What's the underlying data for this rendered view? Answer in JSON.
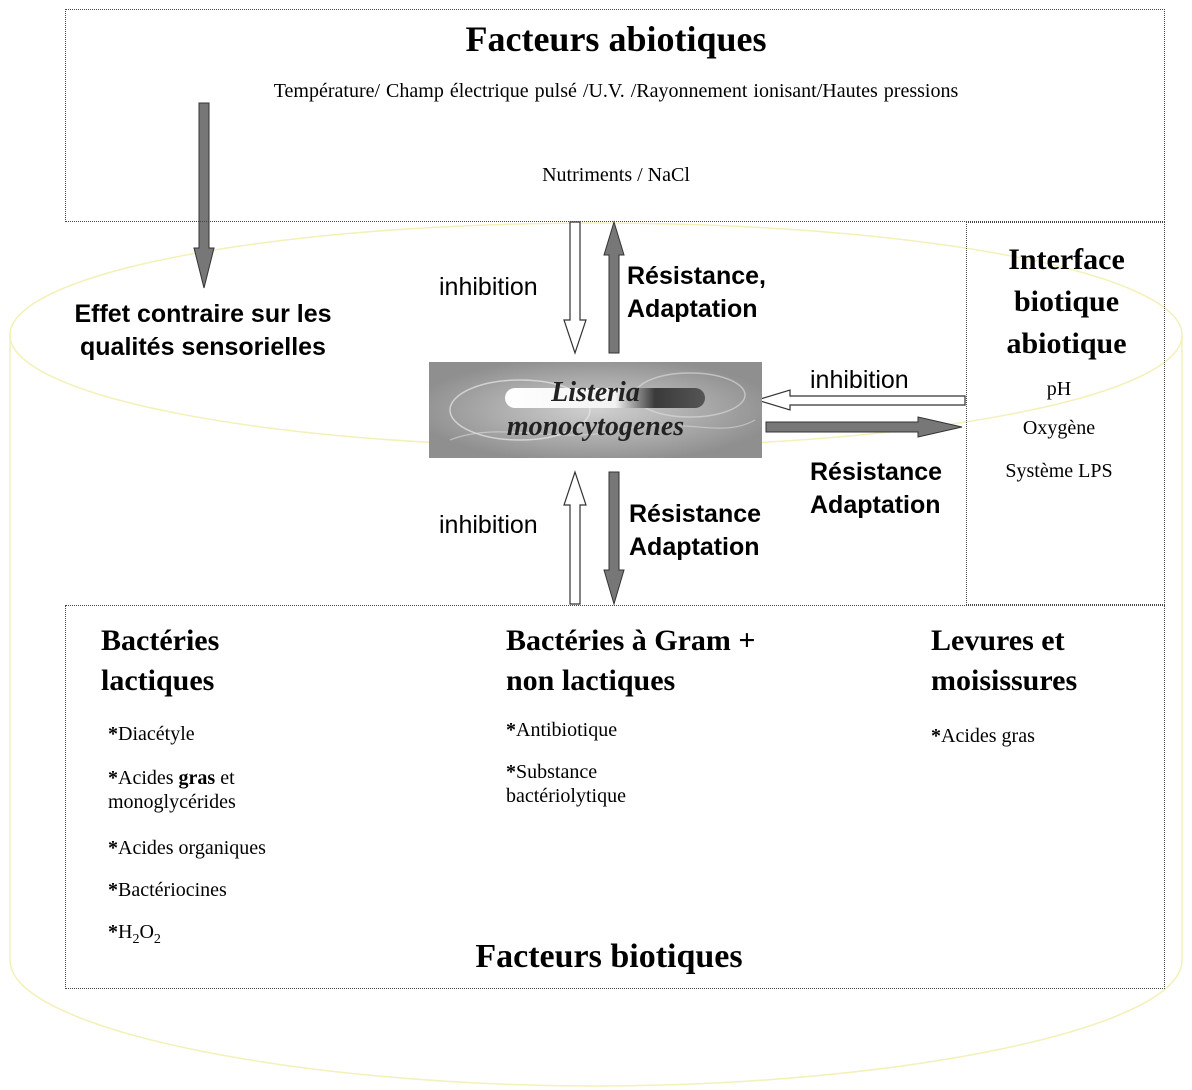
{
  "abiotic": {
    "title": "Facteurs abiotiques",
    "factors_line": "Température/ Champ électrique pulsé /U.V. /Rayonnement ionisant/Hautes pressions",
    "nutrients": "Nutriments / NaCl"
  },
  "side_effect": {
    "line1": "Effet contraire sur les",
    "line2": "qualités sensorielles"
  },
  "center": {
    "line1": "Listeria",
    "line2": "monocytogenes"
  },
  "arrows": {
    "top_inhibition": "inhibition",
    "top_resistance_1": "Résistance,",
    "top_resistance_2": "Adaptation",
    "right_inhibition": "inhibition",
    "right_resistance_1": "Résistance",
    "right_resistance_2": "Adaptation",
    "bottom_inhibition": "inhibition",
    "bottom_resistance_1": "Résistance",
    "bottom_resistance_2": "Adaptation"
  },
  "interface": {
    "title_1": "Interface",
    "title_2": "biotique",
    "title_3": "abiotique",
    "items": [
      "pH",
      "Oxygène",
      "Système LPS"
    ]
  },
  "biotic": {
    "title": "Facteurs biotiques",
    "lactic": {
      "title_1": "Bactéries",
      "title_2": "lactiques",
      "star": "*",
      "item1": "Diacétyle",
      "item2_a": "Acides ",
      "item2_bold": "gras",
      "item2_b": " et",
      "item2_c": "monoglycérides",
      "item3": "Acides organiques",
      "item4": "Bactériocines",
      "h2o2_h": "H",
      "h2o2_sub1": "2",
      "h2o2_o": "O",
      "h2o2_sub2": "2"
    },
    "gram": {
      "title_1": "Bactéries à Gram +",
      "title_2": "non lactiques",
      "star": "*",
      "item1": "Antibiotique",
      "item2_a": "Substance",
      "item2_b": "bactériolytique"
    },
    "yeast": {
      "title_1": "Levures et",
      "title_2": "moisissures",
      "star": "*",
      "item1": "Acides gras"
    }
  },
  "colors": {
    "cylinder_outline": "#f4f0b8",
    "arrow_fill": "#777777",
    "hollow_arrow_fill": "#ffffff"
  }
}
